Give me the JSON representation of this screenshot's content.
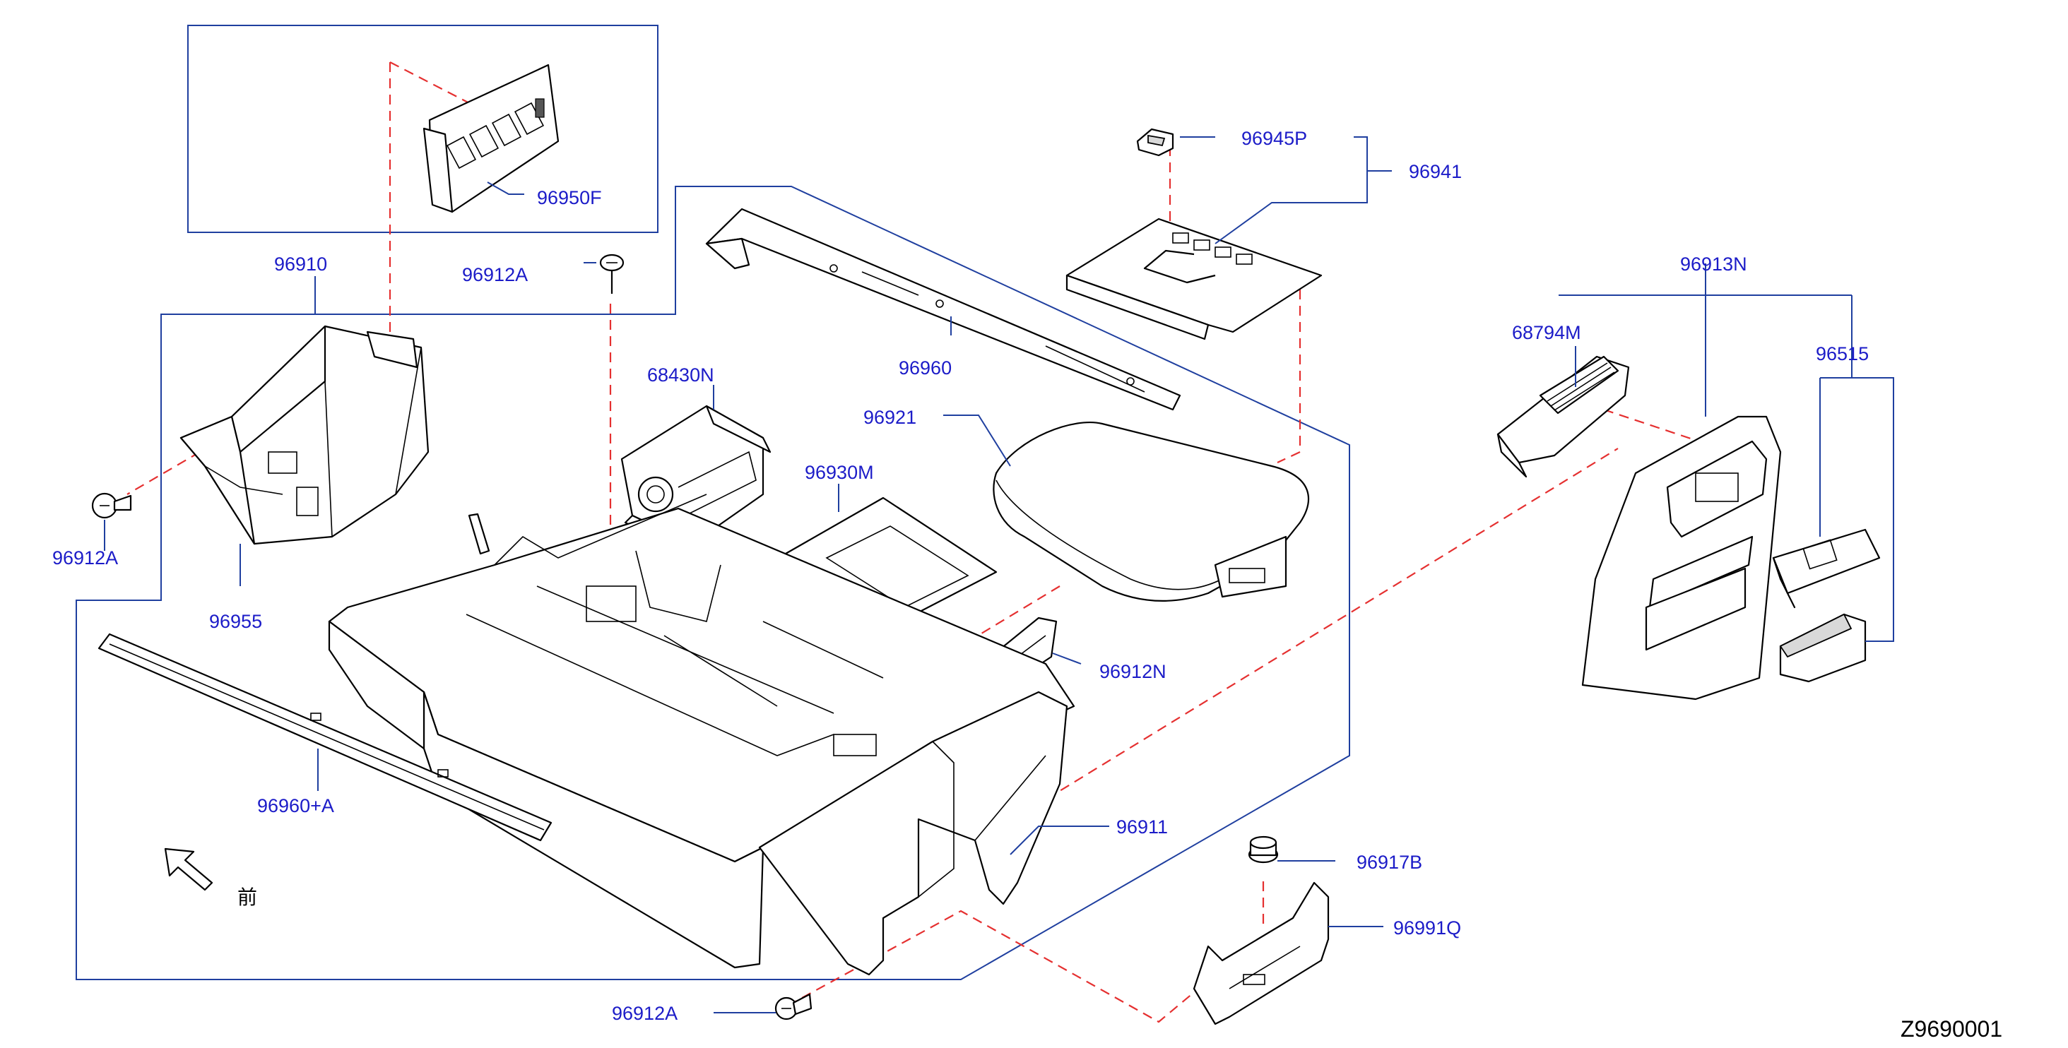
{
  "labels": {
    "p96950F": "96950F",
    "p96910": "96910",
    "p96912A_top": "96912A",
    "p96912A_left": "96912A",
    "p96912A_bottom": "96912A",
    "p96955": "96955",
    "p96960": "96960",
    "p68430N": "68430N",
    "p96921": "96921",
    "p96930M": "96930M",
    "p96912N": "96912N",
    "p96945P": "96945P",
    "p96941": "96941",
    "p96913N": "96913N",
    "p68794M": "68794M",
    "p96515": "96515",
    "p96960A": "96960+A",
    "p96911": "96911",
    "p96917B": "96917B",
    "p96991Q": "96991Q"
  },
  "front_label": "前",
  "diagram_code": "Z9690001",
  "colors": {
    "label": "#1c1cc8",
    "leader": "#1f3f9f",
    "hidden_line": "#e53030",
    "outline": "#000000"
  },
  "icons": [
    "front-direction-arrow-icon"
  ]
}
